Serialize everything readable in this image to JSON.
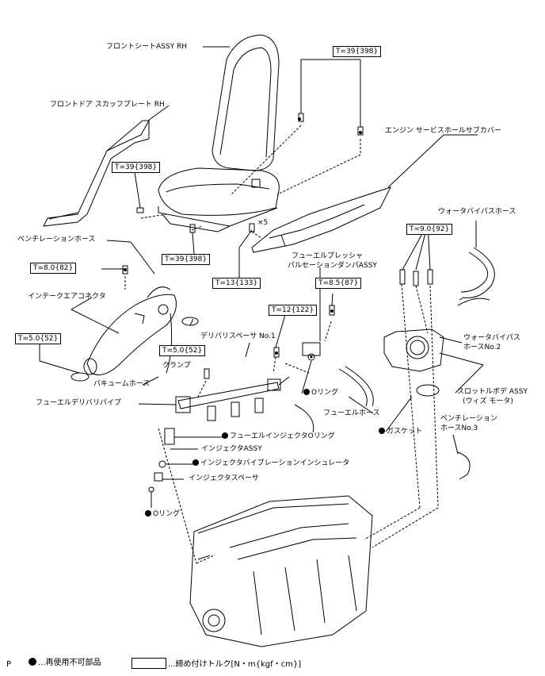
{
  "labels": {
    "front_seat": "フロントシートASSY RH",
    "front_door_plate": "フロントドア スカッフプレート RH",
    "engine_service_cover": "エンジン サービスホールサブカバー",
    "water_bypass_hose": "ウォータバイパスホース",
    "ventilation_hose": "ベンチレーションホース",
    "fuel_pressure_line1": "フューエルプレッシャ",
    "fuel_pressure_line2": "パルセーションダンパASSY",
    "intake_connector": "インテークエアコネクタ",
    "delivery_spacer": "デリバリスペーサ No.1",
    "clamp": "クランプ",
    "water_bypass_hose2_line1": "ウォータバイパス",
    "water_bypass_hose2_line2": "ホースNo.2",
    "vacuum_hose": "バキュームホース",
    "oring_1": "Oリング",
    "throttle_body_line1": "スロットルボデ ASSY",
    "throttle_body_line2": "(ウィズ モータ)",
    "fuel_delivery_pipe": "フューエルデリバリパイプ",
    "fuel_hose": "フューエルホース",
    "gasket": "ガスケット",
    "ventilation_hose3_line1": "ベンチレーション",
    "ventilation_hose3_line2": "ホースNo.3",
    "injector_oring": "フューエルインジェクタOリング",
    "injector_assy": "インジェクタASSY",
    "injector_insulator": "インジェクタバイブレーションインシュレータ",
    "injector_spacer": "インジェクタスペーサ",
    "oring_2": "Oリング",
    "times5": "×5"
  },
  "torques": {
    "t_seat_top": "T=39{398}",
    "t_seat_left": "T=39{398}",
    "t_seat_bottom": "T=39{398}",
    "t_cover": "T=13{133}",
    "t_throttle": "T=9.0{92}",
    "t_vent": "T=8.0{82}",
    "t_damper": "T=8.5{87}",
    "t_delivery": "T=12{122}",
    "t_intake_left": "T=5.0{52}",
    "t_intake_mid": "T=5.0{52}"
  },
  "legend": {
    "marker": "P",
    "non_reusable": "...再使用不可部品",
    "tightening_torque": "...締め付けトルク[N・m{kgf・cm}]"
  }
}
